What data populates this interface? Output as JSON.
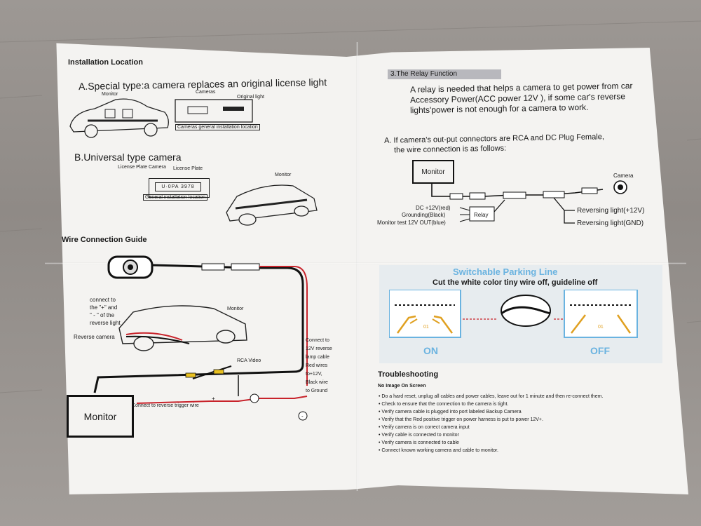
{
  "left_top": {
    "section_title": "Installation Location",
    "special_type": "A.Special type:a camera replaces an original license light",
    "monitor_label_a": "Monitor",
    "cameras_label": "Cameras",
    "original_light_label": "Original light",
    "cameras_general_caption": "Cameras general installation location",
    "universal_type": "B.Universal type camera",
    "license_plate_camera": "License Plate Camera",
    "license_plate": "License Plate",
    "plate_text": "U·0PA  3978",
    "general_caption": "General installation location",
    "monitor_label_b": "Monitor"
  },
  "left_bottom": {
    "section_title": "Wire Connection Guide",
    "connect_note_1": "connect to",
    "connect_note_2": "the \"+\" and",
    "connect_note_3": "\" - \" of the",
    "connect_note_4": "reverse light",
    "reverse_camera": "Reverse camera",
    "monitor_label": "Monitor",
    "rca_video": "RCA Video",
    "right_note": [
      "Connect to",
      "12V reverse",
      "lamp cable",
      "Red wires",
      "to+12V,",
      "Black wire",
      "to Ground"
    ],
    "monitor_box": "Monitor",
    "trigger_note": "Connect to reverse trigger  wire",
    "plus": "+",
    "minus": "-"
  },
  "right_top": {
    "relay_title": "3.The Relay Function",
    "relay_desc_1": "A relay is needed that helps a camera to get power from car",
    "relay_desc_2": "Accessory Power(ACC power 12V ),  if some car's reverse",
    "relay_desc_3": "lights'power is not enough for a camera to work.",
    "rca_line_1": "A. If camera's out-put connectors are RCA and DC Plug Female,",
    "rca_line_2": "the wire connection is as follows:",
    "monitor_box": "Monitor",
    "camera_label": "Camera",
    "dc_label": "DC +12V(red)",
    "ground_label": "Grounding(Black)",
    "monitor_test": "Monitor test 12V OUT(blue)",
    "relay_box": "Relay",
    "rev_plus": "Reversing light(+12V)",
    "rev_gnd": "Reversing light(GND)"
  },
  "switch": {
    "title": "Switchable Parking Line",
    "subtitle": "Cut  the white color tiny  wire off, guideline  off",
    "on": "ON",
    "off": "OFF",
    "guide_num_on": "01",
    "guide_num_off": "01"
  },
  "troubleshooting": {
    "title": "Troubleshooting",
    "subtitle": "No Image On Screen",
    "items": [
      "Do a hard reset, unplug all cables and power cables, leave out for 1 minute and then re-connect them.",
      "Check to ensure that the connection to the camera is tight.",
      "Verify camera cable is plugged into port labeled Backup Camera",
      "Verify that the Red positive trigger on power harness is put to power 12V+.",
      "Verify camera is on correct camera input",
      "Verify cable is connected to monitor",
      "Verify camera is connected to cable",
      "Connect known working camera and cable to monitor."
    ]
  },
  "colors": {
    "accent_blue": "#6ab3e0",
    "guide_orange": "#e0a020",
    "wire_red": "#c8232b",
    "rca_yellow": "#e8c020",
    "paper": "#f4f3f1"
  }
}
